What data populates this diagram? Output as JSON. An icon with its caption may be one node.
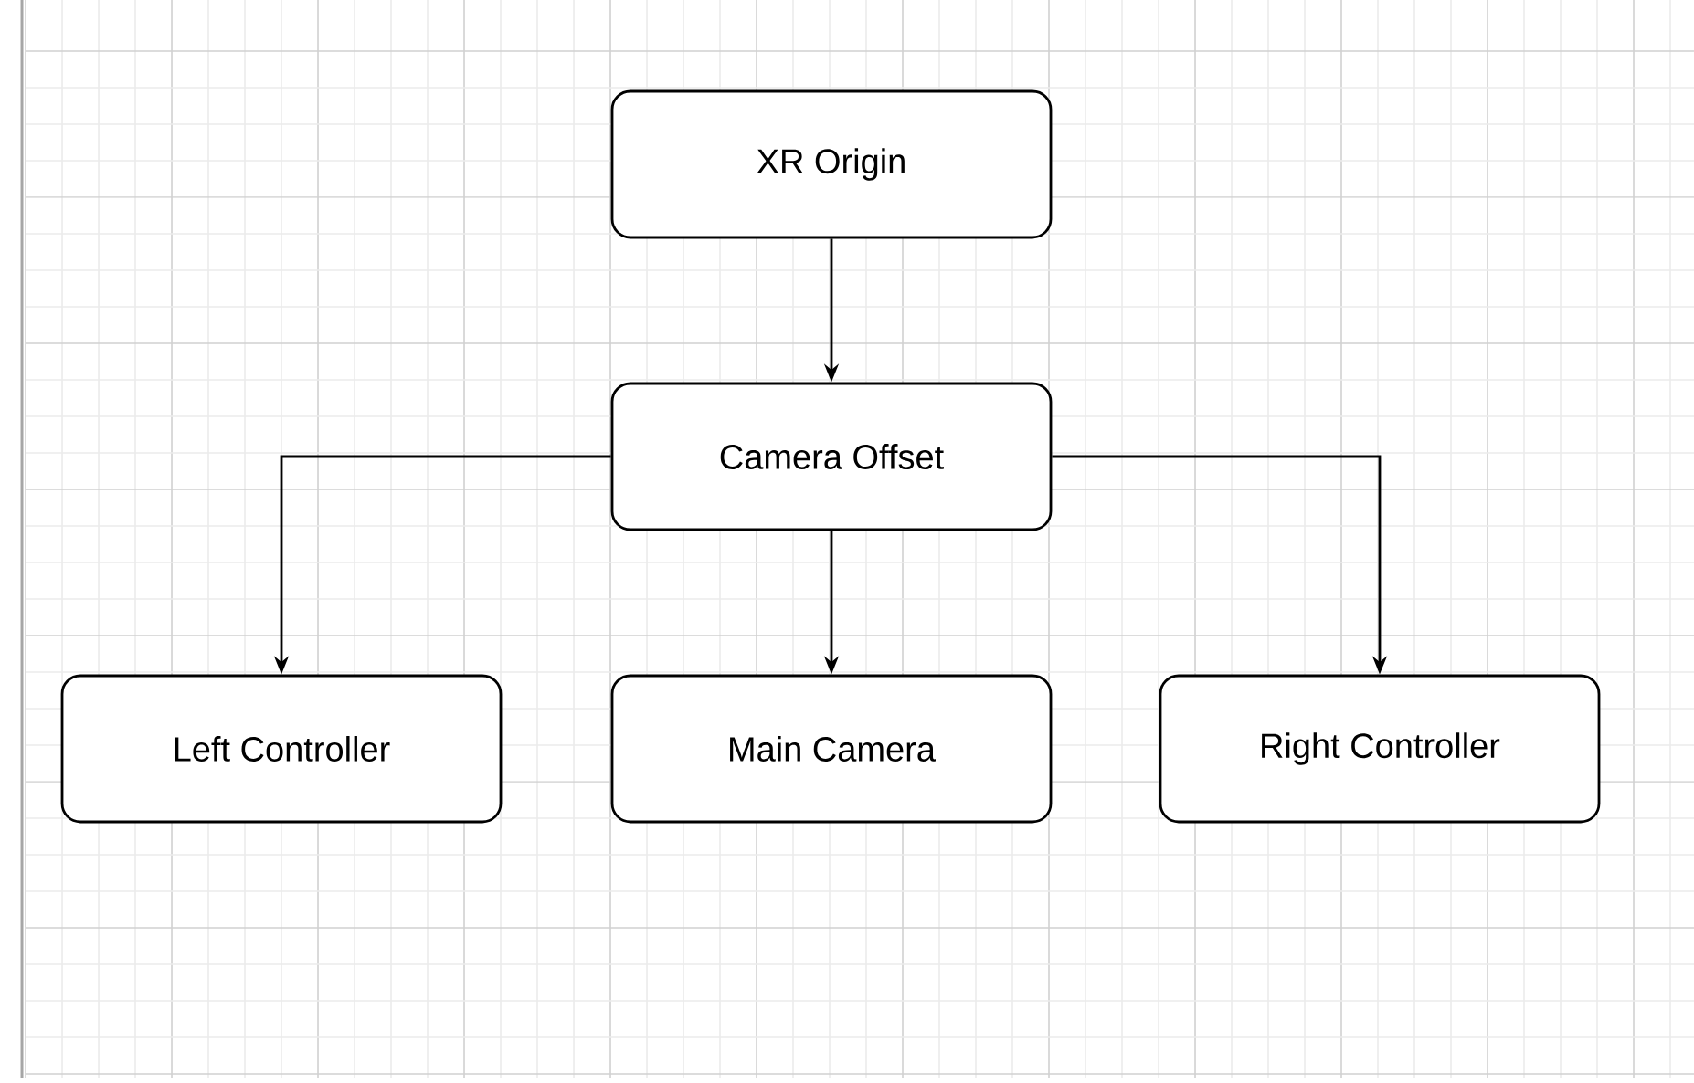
{
  "diagram": {
    "nodes": [
      {
        "text": [
          "XR Origin"
        ]
      },
      {
        "text": [
          "Camera Offset"
        ]
      },
      {
        "text": [
          "Left Controller"
        ]
      },
      {
        "text": [
          "Main Camera"
        ]
      },
      {
        "text": [
          "Right Controller"
        ]
      }
    ],
    "edges": [
      {
        "from": 0,
        "to": 1,
        "arrow": "to"
      },
      {
        "from": 1,
        "to": 2,
        "arrow": "to"
      },
      {
        "from": 1,
        "to": 3,
        "arrow": "to"
      },
      {
        "from": 1,
        "to": 4,
        "arrow": "to"
      }
    ]
  }
}
